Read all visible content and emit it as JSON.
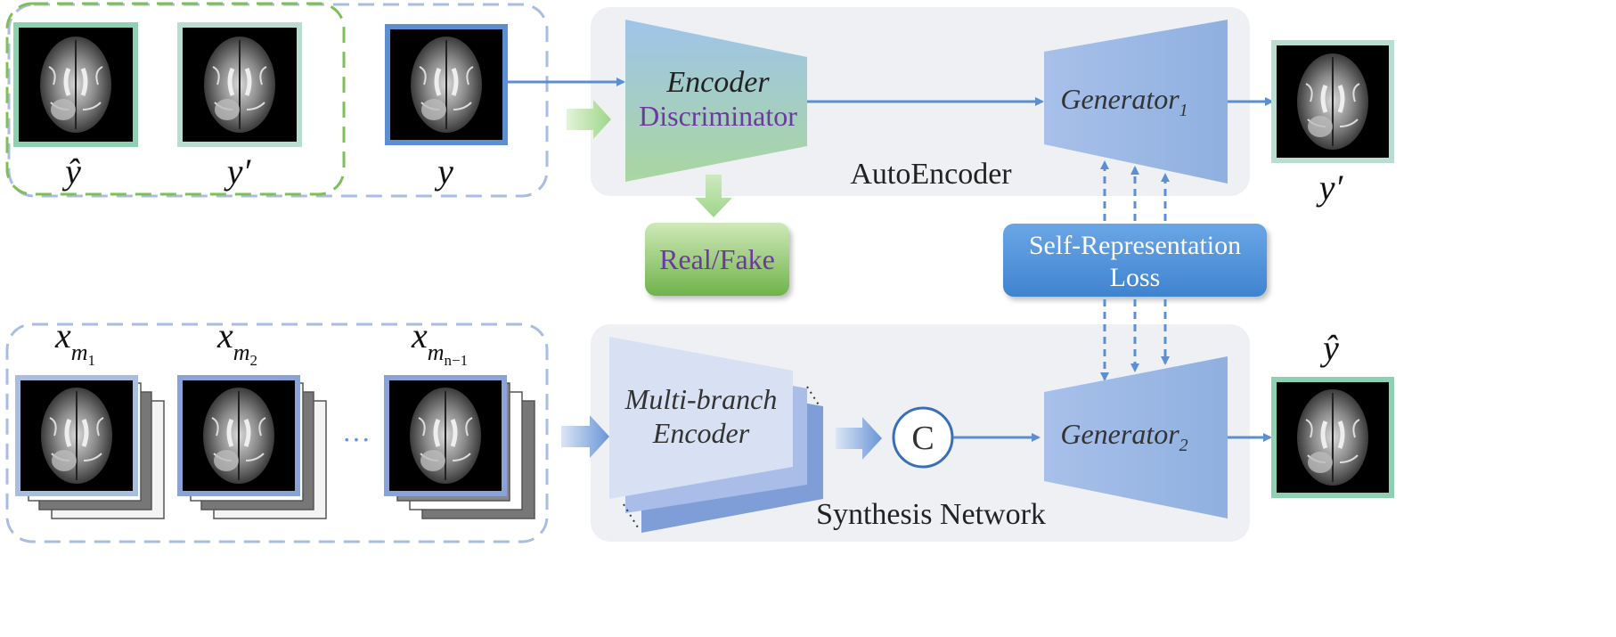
{
  "top_inputs": {
    "labels": {
      "y_hat": "ŷ",
      "y_prime": "y′",
      "y": "y"
    }
  },
  "bottom_inputs": {
    "labels": [
      {
        "base": "x",
        "sub": "m",
        "subsub": "1"
      },
      {
        "base": "x",
        "sub": "m",
        "subsub": "2"
      },
      {
        "base": "x",
        "sub": "m",
        "subsub": "n−1"
      }
    ],
    "ellipsis": "···"
  },
  "autoencoder": {
    "panel_label": "AutoEncoder",
    "encoder_line1": "Encoder",
    "encoder_line2": "Discriminator",
    "generator_base": "Generator",
    "generator_sub": "1",
    "output_label": "y′"
  },
  "real_fake": {
    "label": "Real/Fake"
  },
  "loss": {
    "line1": "Self-Representation",
    "line2": "Loss"
  },
  "synthesis": {
    "panel_label": "Synthesis Network",
    "encoder_line1": "Multi-branch",
    "encoder_line2": "Encoder",
    "concat_symbol": "C",
    "generator_base": "Generator",
    "generator_sub": "2",
    "output_label": "ŷ"
  },
  "colors": {
    "green_frame": "#8fcfb2",
    "blue_frame": "#5b8fd0",
    "light_blue_frame": "#a9bde0",
    "panel_bg": "#eef0f4",
    "generator_fill": "#9ab8e4",
    "loss_box": "#4f8fd6",
    "real_fake_box": "#7fbf5a",
    "text_purple": "#6a3a9c",
    "arrow": "#5b8fd0"
  }
}
